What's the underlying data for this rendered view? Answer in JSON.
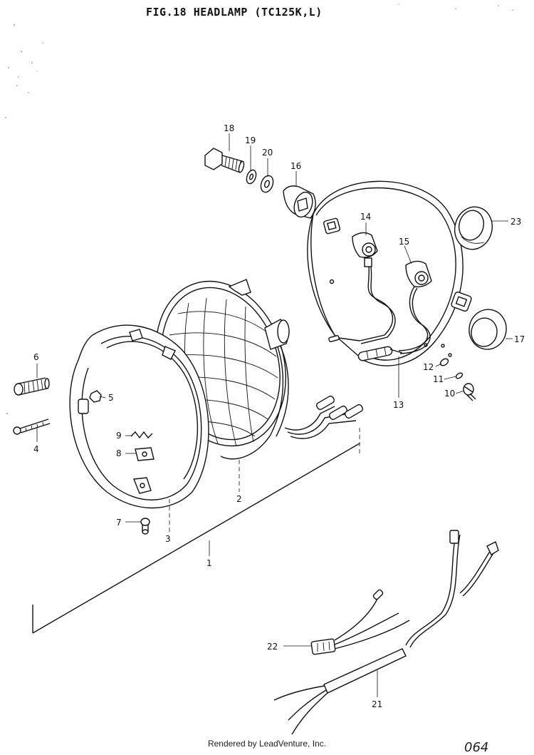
{
  "title": "FIG.18  HEADLAMP (TC125K,L)",
  "footer": "Rendered by LeadVenture, Inc.",
  "page_code": "064",
  "callouts": [
    {
      "id": "c1",
      "label": "1"
    },
    {
      "id": "c2",
      "label": "2"
    },
    {
      "id": "c3",
      "label": "3"
    },
    {
      "id": "c4",
      "label": "4"
    },
    {
      "id": "c5",
      "label": "5"
    },
    {
      "id": "c6",
      "label": "6"
    },
    {
      "id": "c7",
      "label": "7"
    },
    {
      "id": "c8",
      "label": "8"
    },
    {
      "id": "c9",
      "label": "9"
    },
    {
      "id": "c10",
      "label": "10"
    },
    {
      "id": "c11",
      "label": "11"
    },
    {
      "id": "c12",
      "label": "12"
    },
    {
      "id": "c13",
      "label": "13"
    },
    {
      "id": "c14",
      "label": "14"
    },
    {
      "id": "c15",
      "label": "15"
    },
    {
      "id": "c16",
      "label": "16"
    },
    {
      "id": "c17",
      "label": "17"
    },
    {
      "id": "c18",
      "label": "18"
    },
    {
      "id": "c19",
      "label": "19"
    },
    {
      "id": "c20",
      "label": "20"
    },
    {
      "id": "c21",
      "label": "21"
    },
    {
      "id": "c22",
      "label": "22"
    },
    {
      "id": "c23",
      "label": "23"
    }
  ]
}
